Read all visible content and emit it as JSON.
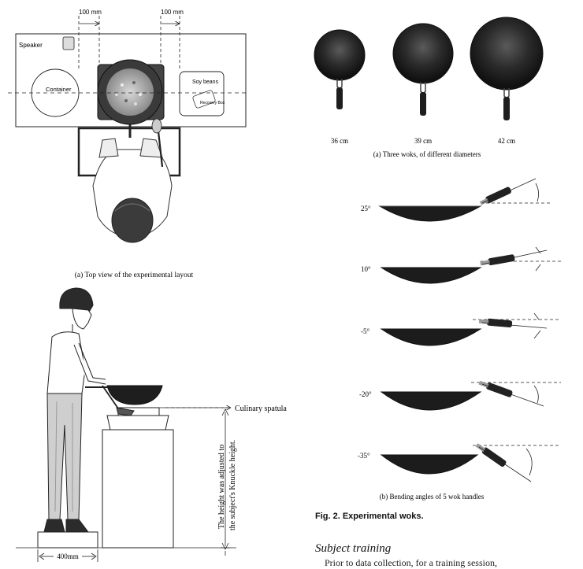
{
  "layout_panel": {
    "dim_left": "100 mm",
    "dim_right": "100 mm",
    "speaker_label": "Speaker",
    "container_label": "Container",
    "soy_label": "Soy beans",
    "recovery_label": "Recovery Box",
    "caption": "(a) Top view of the experimental layout"
  },
  "woks_panel": {
    "sizes": [
      "36 cm",
      "39 cm",
      "42 cm"
    ],
    "caption": "(a) Three woks, of different diameters"
  },
  "angles_panel": {
    "angles": [
      "25°",
      "10°",
      "-5°",
      "-20°",
      "-35°"
    ],
    "caption": "(b) Bending angles of 5 wok handles"
  },
  "side_panel": {
    "spatula_label": "Culinary spatula",
    "height_line1": "The height was adjusted to",
    "height_line2": "the subject's Knuckle height.",
    "base_dim": "400mm"
  },
  "figure_label": "Fig. 2.   Experimental woks.",
  "section_heading": "Subject training",
  "body_text_cut": "Prior to data collection, for a training session,"
}
